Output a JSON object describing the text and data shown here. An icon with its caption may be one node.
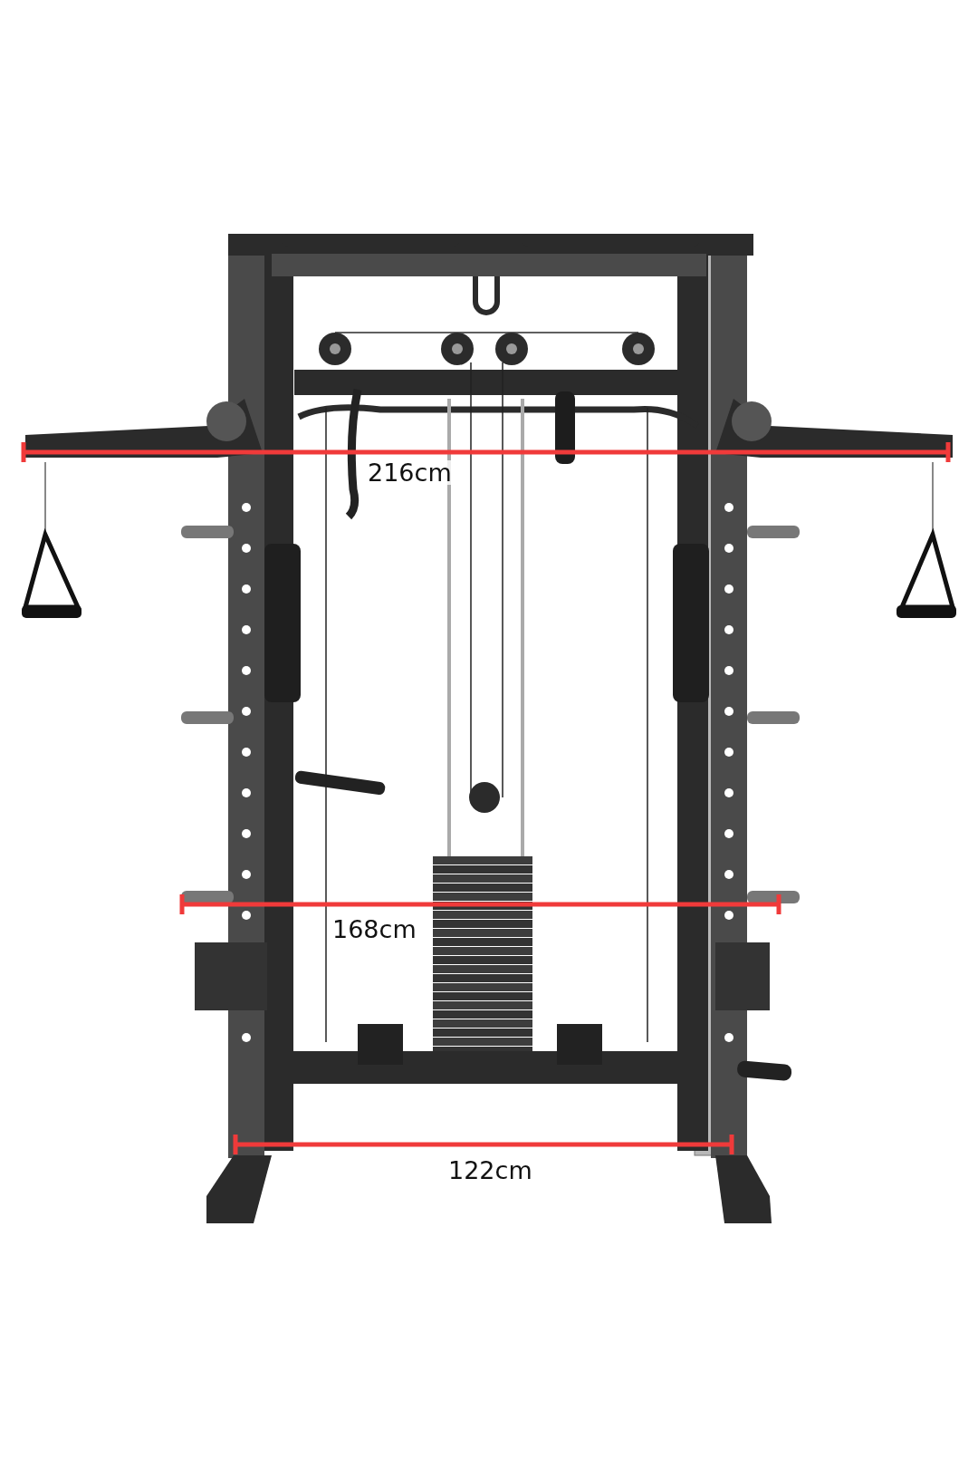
{
  "diagram": {
    "labels": [
      "216cm",
      "168cm",
      "122cm"
    ]
  }
}
